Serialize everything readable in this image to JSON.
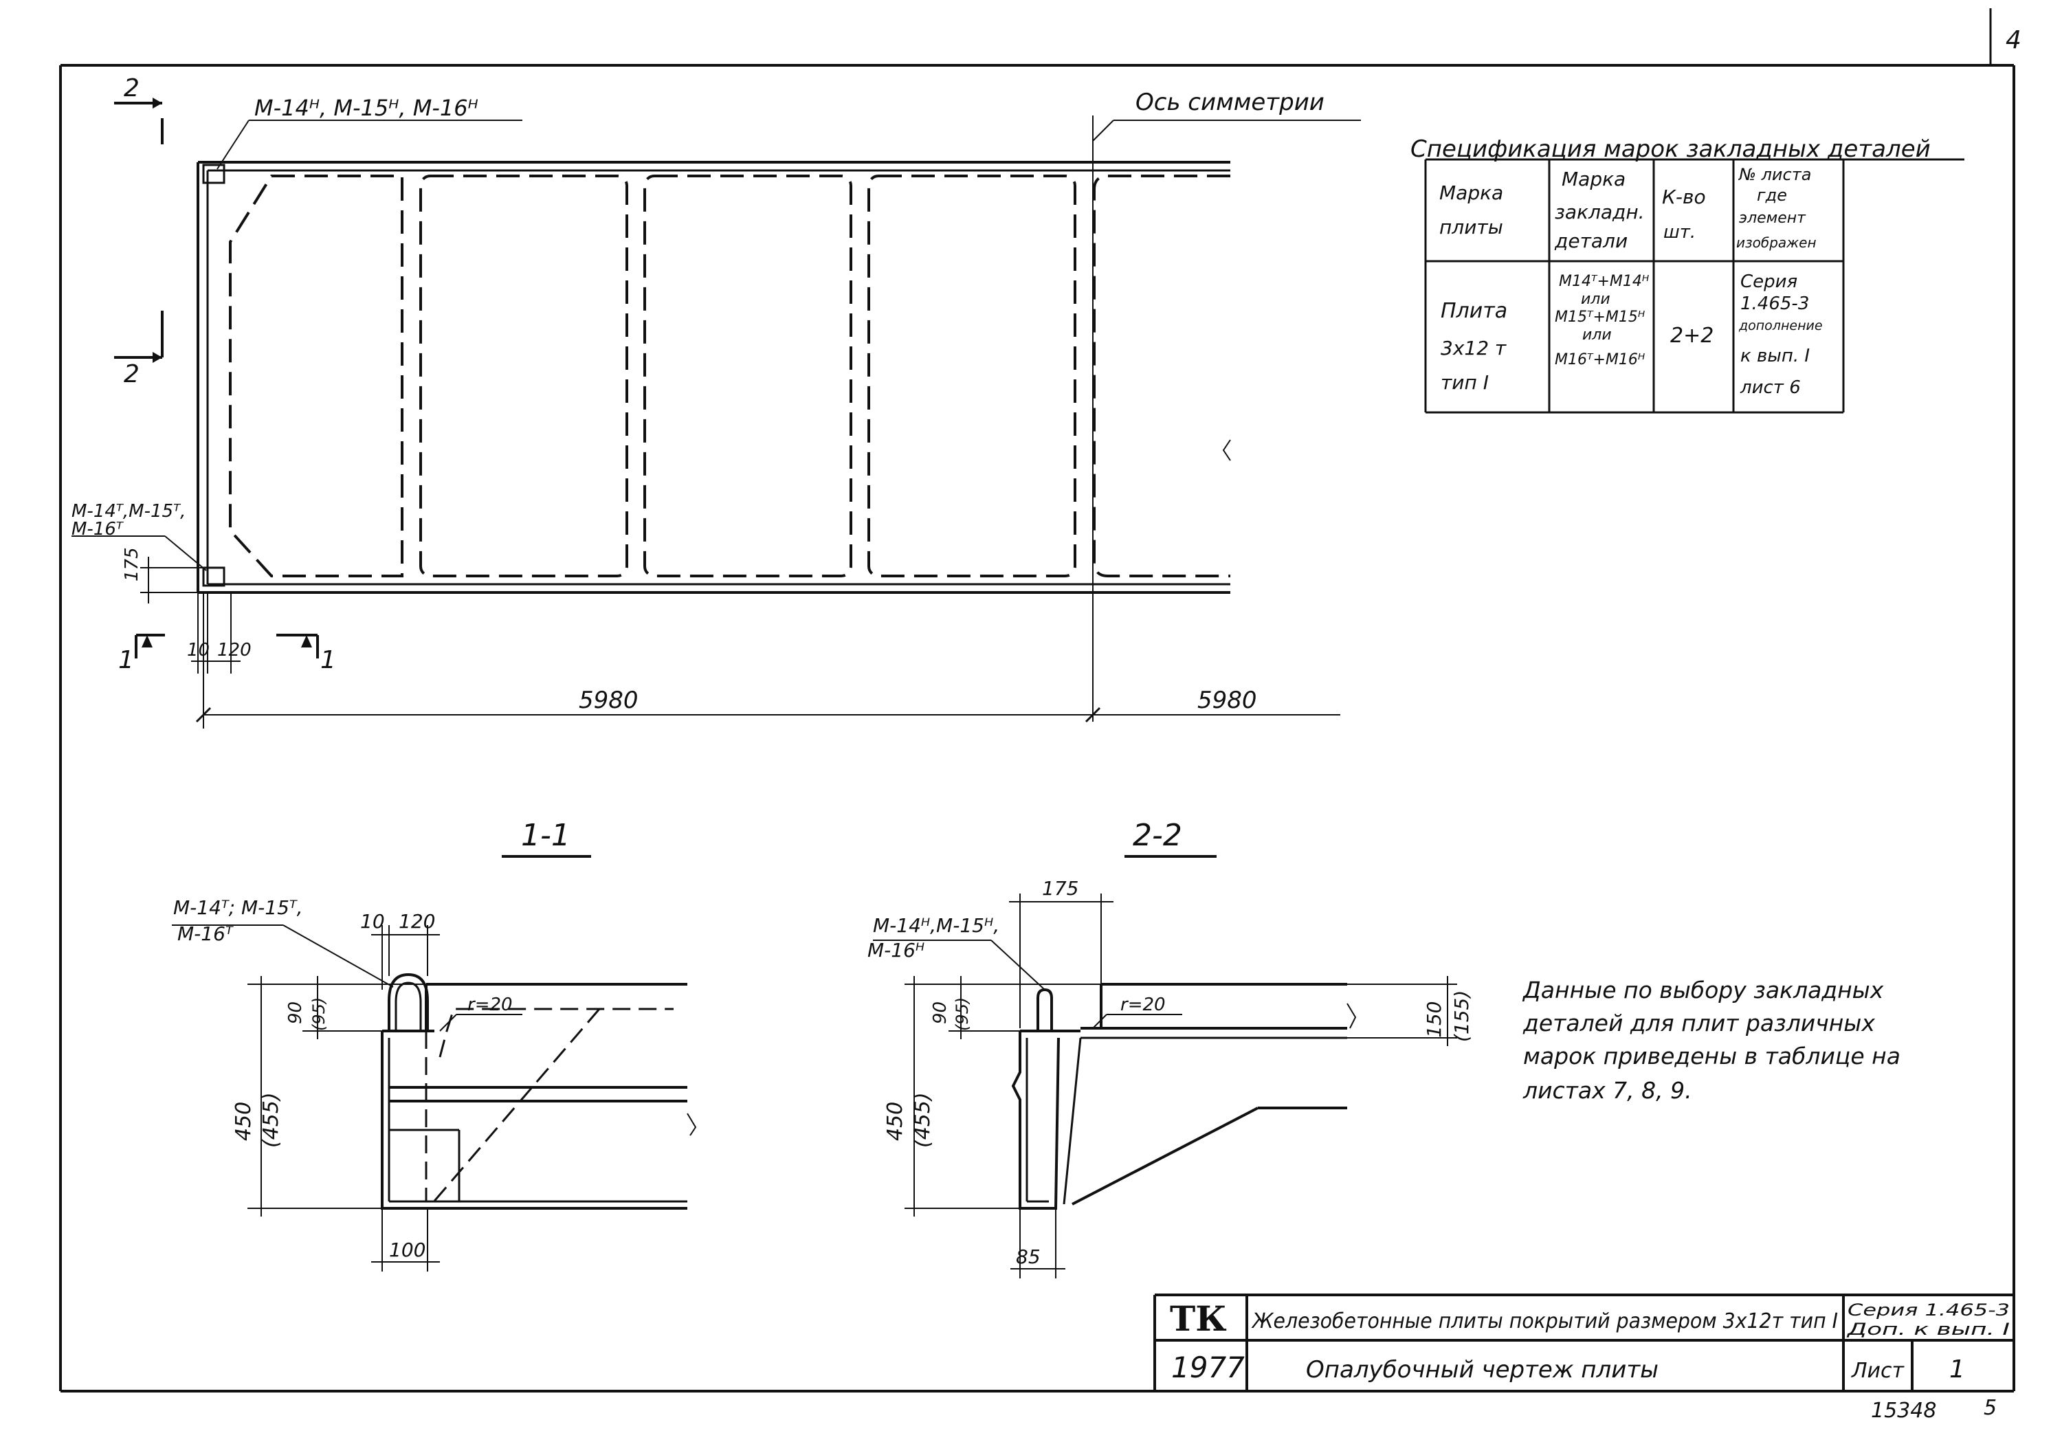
{
  "corner": {
    "sheet_no": "4",
    "inv_no": "15348",
    "page_no": "5"
  },
  "plan": {
    "axis_label": "Ось симметрии",
    "top_parts": "М-14ᴴ, М-15ᴴ, М-16ᴴ",
    "left_parts_1": "М-14ᵀ,М-15ᵀ,",
    "left_parts_2": "М-16ᵀ",
    "section2_top": "2",
    "section2_bottom": "2",
    "section1_left": "1",
    "section1_right": "1",
    "dim_175": "175",
    "dim_10": "10",
    "dim_120": "120",
    "dim_left": "5980",
    "dim_right": "5980"
  },
  "spec": {
    "title": "Спецификация марок закладных деталей",
    "headers": {
      "col1": [
        "Марка",
        "плиты"
      ],
      "col2": [
        "Марка",
        "закладн.",
        "детали"
      ],
      "col3": [
        "К-во",
        "шт."
      ],
      "col4": [
        "№ листа",
        "где",
        "элемент",
        "изображен"
      ]
    },
    "row": {
      "col1": [
        "Плита",
        "3х12 т",
        "тип I"
      ],
      "col2": [
        "М14ᵀ+М14ᴴ",
        "или",
        "М15ᵀ+М15ᴴ",
        "или",
        "М16ᵀ+М16ᴴ"
      ],
      "col3": "2+2",
      "col4": [
        "Серия",
        "1.465-3",
        "дополнение",
        "к вып. I",
        "лист 6"
      ]
    }
  },
  "section11": {
    "title": "1-1",
    "parts_1": "М-14ᵀ; М-15ᵀ,",
    "parts_2": "М-16ᵀ",
    "dim_10": "10",
    "dim_120": "120",
    "dim_90": "90",
    "dim_95": "(95)",
    "radius": "r=20",
    "dim_450": "450",
    "dim_455": "(455)",
    "dim_100": "100"
  },
  "section22": {
    "title": "2-2",
    "parts_1": "М-14ᴴ,М-15ᴴ,",
    "parts_2": "М-16ᴴ",
    "dim_175": "175",
    "dim_90": "90",
    "dim_95": "(95)",
    "radius": "r=20",
    "dim_150": "150",
    "dim_155": "(155)",
    "dim_450": "450",
    "dim_455": "(455)",
    "dim_85": "85"
  },
  "note": [
    "Данные   по выбору закладных",
    "деталей  для  плит  различных",
    "марок  приведены  в таблице на",
    "листах   7, 8, 9."
  ],
  "stamp": {
    "org": "ТК",
    "year": "1977",
    "title": "Железобетонные  плиты покрытий размером 3х12т тип I",
    "subtitle": "Опалубочный   чертеж   плиты",
    "series_1": "Серия 1.465-3",
    "series_2": "Доп. к вып. I",
    "sheet_label": "Лист",
    "sheet_value": "1"
  }
}
